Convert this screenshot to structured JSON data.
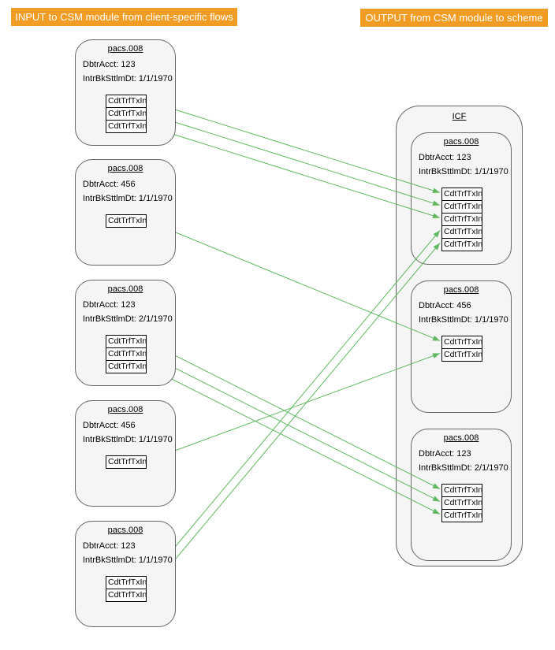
{
  "banners": {
    "input": "INPUT to CSM module from client-specific flows",
    "output": "OUTPUT from CSM module to scheme"
  },
  "input_messages": [
    {
      "title": "pacs.008",
      "dbtr_acct": "DbtrAcct: 123",
      "intr_bk_sttlm_dt": "IntrBkSttlmDt: 1/1/1970",
      "items": [
        "CdtTrfTxInf",
        "CdtTrfTxInf",
        "CdtTrfTxInf"
      ]
    },
    {
      "title": "pacs.008",
      "dbtr_acct": "DbtrAcct: 456",
      "intr_bk_sttlm_dt": "IntrBkSttlmDt: 1/1/1970",
      "items": [
        "CdtTrfTxInf"
      ]
    },
    {
      "title": "pacs.008",
      "dbtr_acct": "DbtrAcct: 123",
      "intr_bk_sttlm_dt": "IntrBkSttlmDt: 2/1/1970",
      "items": [
        "CdtTrfTxInf",
        "CdtTrfTxInf",
        "CdtTrfTxInf"
      ]
    },
    {
      "title": "pacs.008",
      "dbtr_acct": "DbtrAcct: 456",
      "intr_bk_sttlm_dt": "IntrBkSttlmDt: 1/1/1970",
      "items": [
        "CdtTrfTxInf"
      ]
    },
    {
      "title": "pacs.008",
      "dbtr_acct": "DbtrAcct: 123",
      "intr_bk_sttlm_dt": "IntrBkSttlmDt: 1/1/1970",
      "items": [
        "CdtTrfTxInf",
        "CdtTrfTxInf"
      ]
    }
  ],
  "icf": {
    "title": "ICF",
    "boxes": [
      {
        "title": "pacs.008",
        "dbtr_acct": "DbtrAcct: 123",
        "intr_bk_sttlm_dt": "IntrBkSttlmDt: 1/1/1970",
        "items": [
          "CdtTrfTxInf",
          "CdtTrfTxInf",
          "CdtTrfTxInf",
          "CdtTrfTxInf",
          "CdtTrfTxInf"
        ]
      },
      {
        "title": "pacs.008",
        "dbtr_acct": "DbtrAcct: 456",
        "intr_bk_sttlm_dt": "IntrBkSttlmDt: 1/1/1970",
        "items": [
          "CdtTrfTxInf",
          "CdtTrfTxInf"
        ]
      },
      {
        "title": "pacs.008",
        "dbtr_acct": "DbtrAcct: 123",
        "intr_bk_sttlm_dt": "IntrBkSttlmDt: 2/1/1970",
        "items": [
          "CdtTrfTxInf",
          "CdtTrfTxInf",
          "CdtTrfTxInf"
        ]
      }
    ]
  },
  "connections": [
    {
      "from": [
        0,
        0
      ],
      "to": [
        0,
        0
      ]
    },
    {
      "from": [
        0,
        1
      ],
      "to": [
        0,
        1
      ]
    },
    {
      "from": [
        0,
        2
      ],
      "to": [
        0,
        2
      ]
    },
    {
      "from": [
        1,
        0
      ],
      "to": [
        1,
        0
      ]
    },
    {
      "from": [
        2,
        0
      ],
      "to": [
        2,
        0
      ]
    },
    {
      "from": [
        2,
        1
      ],
      "to": [
        2,
        1
      ]
    },
    {
      "from": [
        2,
        2
      ],
      "to": [
        2,
        2
      ]
    },
    {
      "from": [
        3,
        0
      ],
      "to": [
        1,
        1
      ]
    },
    {
      "from": [
        4,
        0
      ],
      "to": [
        0,
        3
      ]
    },
    {
      "from": [
        4,
        1
      ],
      "to": [
        0,
        4
      ]
    }
  ],
  "colors": {
    "banner_bg": "#f19c25",
    "banner_text": "#ffffff",
    "box_fill": "#f5f5f5",
    "box_border": "#666666",
    "item_fill": "#ffffff",
    "item_border": "#000000",
    "arrow": "#61b861",
    "text": "#000000"
  }
}
